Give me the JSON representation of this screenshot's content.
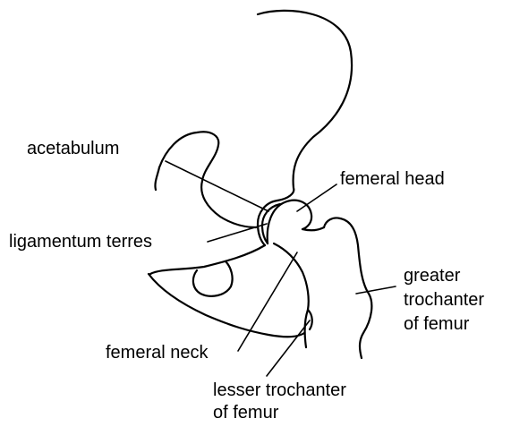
{
  "labels": {
    "acetabulum": "acetabulum",
    "femoral_head": "femeral head",
    "ligamentum_teres": "ligamentum terres",
    "greater_trochanter": [
      "greater",
      "trochanter",
      "of femur"
    ],
    "femoral_neck": "femeral neck",
    "lesser_trochanter": [
      "lesser trochanter",
      "of femur"
    ]
  },
  "colors": {
    "line": "#000000",
    "background": "#ffffff"
  }
}
